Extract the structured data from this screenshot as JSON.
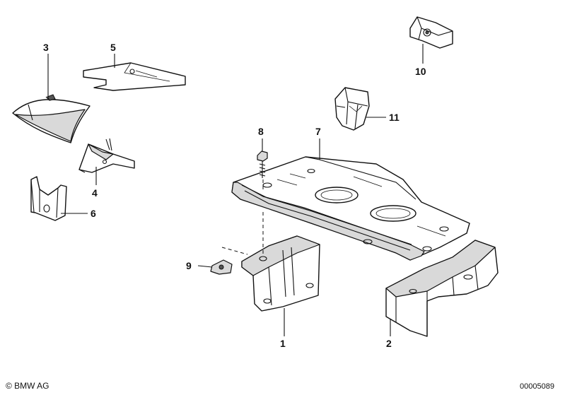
{
  "callouts": {
    "c1": "1",
    "c2": "2",
    "c3": "3",
    "c4": "4",
    "c5": "5",
    "c6": "6",
    "c7": "7",
    "c8": "8",
    "c9": "9",
    "c10": "10",
    "c11": "11"
  },
  "footer": {
    "copyright": "© BMW AG",
    "diagram_number": "00005089"
  }
}
